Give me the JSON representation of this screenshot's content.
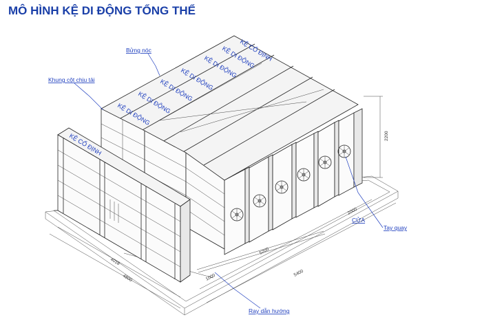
{
  "title": "MÔ HÌNH KỆ DI ĐỘNG TỔNG THỂ",
  "roof_labels": [
    "KỆ CỐ ĐỊNH",
    "KỆ DI ĐỘNG",
    "KỆ DI ĐỘNG",
    "KỆ DI ĐỘNG",
    "KỆ DI ĐỘNG",
    "KỆ DI ĐỘNG",
    "KỆ DI ĐỘNG"
  ],
  "front_label": "KỆ CỐ ĐỊNH",
  "callouts": {
    "bung_noc": "Bửng nóc",
    "khung_cot": "Khung cột chịu tải",
    "tay_quay": "Tay quay",
    "ray_dan_huong": "Ray dẫn hướng",
    "cua": "CỬA"
  },
  "dimensions": {
    "height": "2200",
    "width_left": "4018",
    "width_outer": "4800",
    "length_inner": "5200",
    "length_outer": "5400",
    "door": "2000",
    "aisle": "1000"
  },
  "colors": {
    "title": "#1a3fa8",
    "label": "#1f3fbf",
    "line": "#222222"
  },
  "icons": [
    "handwheel-icon"
  ]
}
